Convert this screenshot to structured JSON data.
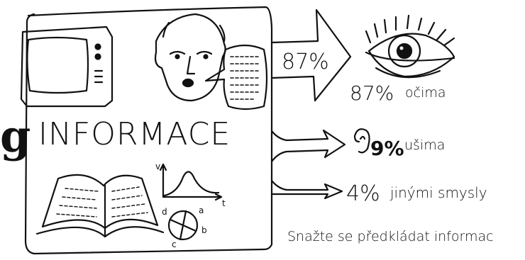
{
  "headline": {
    "letter": "g",
    "word": "INFORMACE"
  },
  "arrows": {
    "main_percent": "87%",
    "eyes": {
      "percent": "87%",
      "label": "očima"
    },
    "ears": {
      "percent": "9%",
      "label": "ušima"
    },
    "other": {
      "percent": "4%",
      "label": "jinými smysly"
    }
  },
  "footer": {
    "advice": "Snažte se předkládat informac"
  },
  "graph_axis_letters": {
    "v": "v",
    "t": "t"
  },
  "pie_letters": [
    "a",
    "b",
    "c",
    "d"
  ],
  "icons": [
    "television-icon",
    "face-icon",
    "speech-bubble-icon",
    "book-icon",
    "graph-icon",
    "pie-chart-icon",
    "eye-icon",
    "ear-icon"
  ],
  "colors": {
    "ink": "#111111",
    "paper": "#ffffff"
  }
}
